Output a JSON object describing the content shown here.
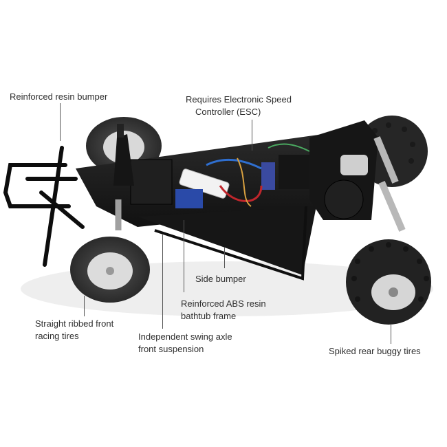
{
  "image": {
    "subject": "RC buggy chassis kit (annotated product photo)",
    "background_color": "#ffffff"
  },
  "callouts": [
    {
      "id": "bumper",
      "lines": [
        "Reinforced resin bumper"
      ]
    },
    {
      "id": "esc",
      "lines": [
        "Requires  Electronic Speed",
        "Controller (ESC)"
      ]
    },
    {
      "id": "side_bumper",
      "lines": [
        "Side bumper"
      ]
    },
    {
      "id": "frame",
      "lines": [
        "Reinforced  ABS resin",
        "bathtub frame"
      ]
    },
    {
      "id": "front_tires",
      "lines": [
        "Straight ribbed front",
        "racing tires"
      ]
    },
    {
      "id": "suspension",
      "lines": [
        "Independent swing axle",
        "front suspension"
      ]
    },
    {
      "id": "rear_tires",
      "lines": [
        "Spiked rear buggy tires"
      ]
    }
  ],
  "colors": {
    "chassis": "#1c1c1c",
    "tire": "#3a3a3a",
    "wheel_hub": "#d9d9d9",
    "wire_blue": "#2f6fd0",
    "wire_red": "#c0262c",
    "wire_orange": "#d8a040",
    "battery_blue": "#2a4aa8",
    "spring": "#b8b8b8"
  }
}
